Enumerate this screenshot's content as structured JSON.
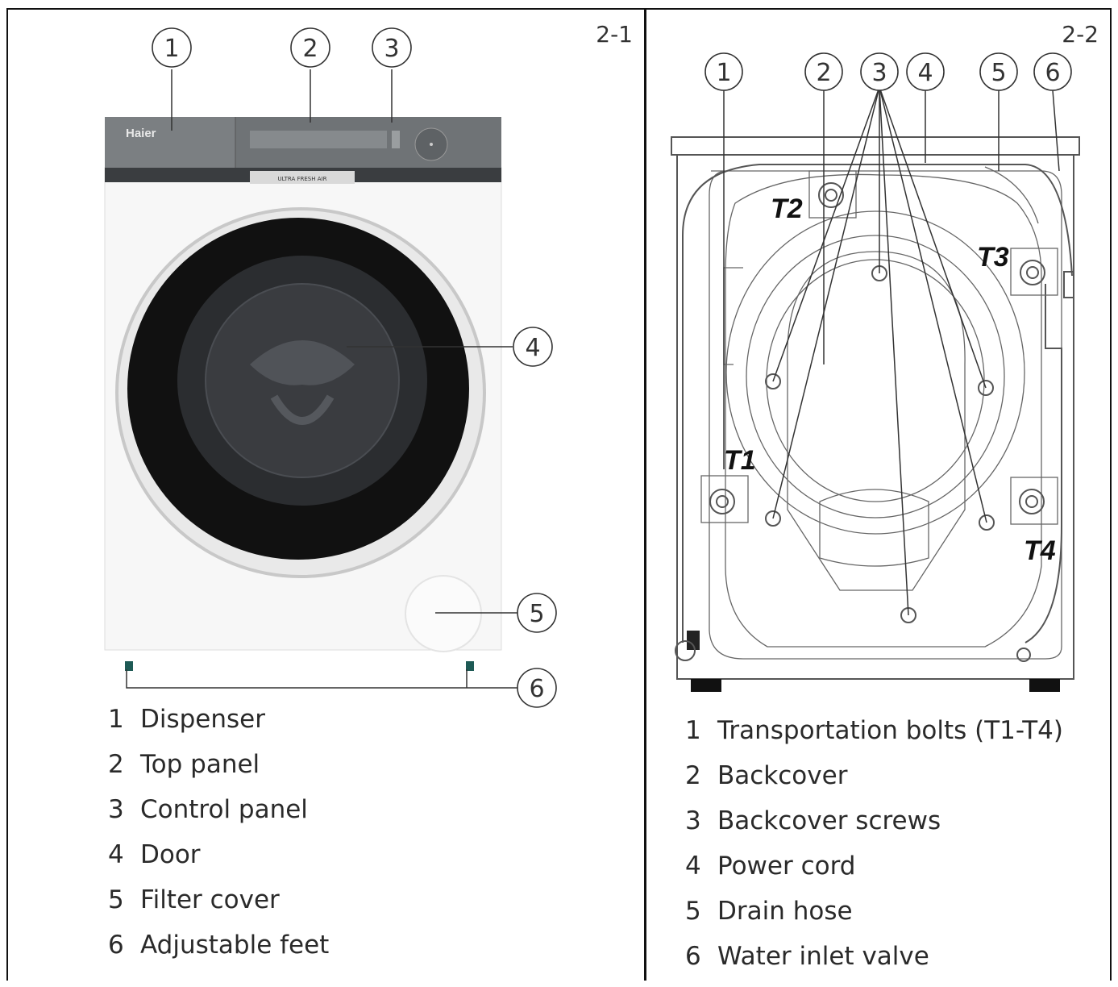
{
  "figure_a": {
    "number": "2-1",
    "brand": "Haier",
    "panel_text": "ULTRA FRESH AIR",
    "callouts": [
      "1",
      "2",
      "3",
      "4",
      "5",
      "6"
    ],
    "legend": [
      {
        "num": "1",
        "label": "Dispenser"
      },
      {
        "num": "2",
        "label": "Top panel"
      },
      {
        "num": "3",
        "label": "Control panel"
      },
      {
        "num": "4",
        "label": "Door"
      },
      {
        "num": "5",
        "label": "Filter cover"
      },
      {
        "num": "6",
        "label": "Adjustable feet"
      }
    ]
  },
  "figure_b": {
    "number": "2-2",
    "callouts": [
      "1",
      "2",
      "3",
      "4",
      "5",
      "6"
    ],
    "bolts": [
      "T1",
      "T2",
      "T3",
      "T4"
    ],
    "legend": [
      {
        "num": "1",
        "label": "Transportation bolts (T1-T4)"
      },
      {
        "num": "2",
        "label": "Backcover"
      },
      {
        "num": "3",
        "label": "Backcover screws"
      },
      {
        "num": "4",
        "label": "Power cord"
      },
      {
        "num": "5",
        "label": "Drain hose"
      },
      {
        "num": "6",
        "label": "Water inlet valve"
      }
    ]
  }
}
